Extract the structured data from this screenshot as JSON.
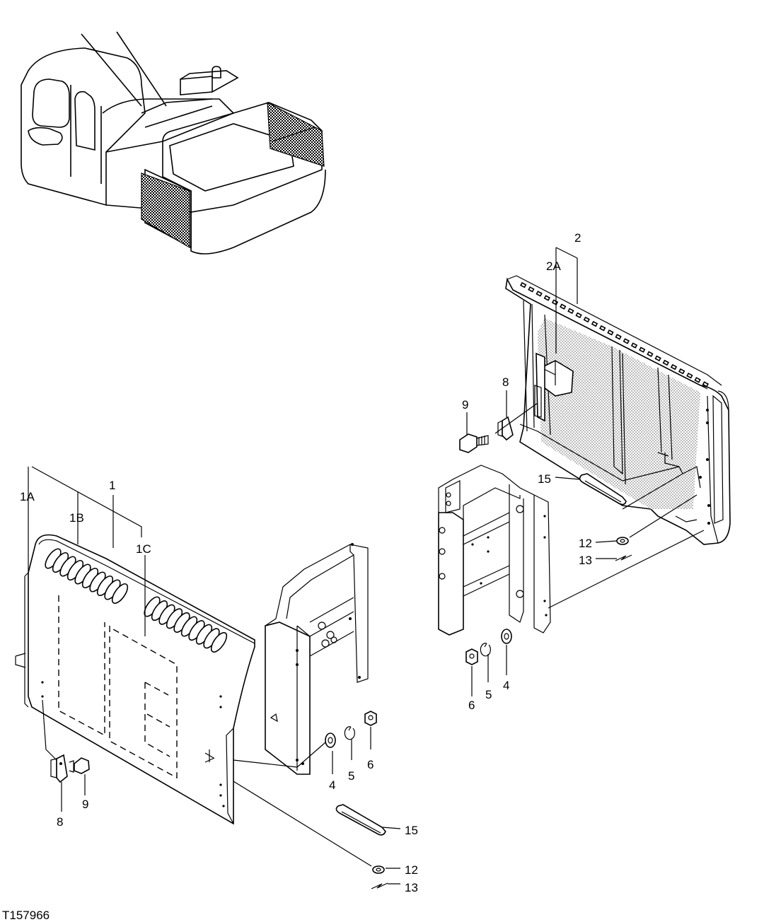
{
  "figure_id": "T157966",
  "callouts": {
    "c1": "1",
    "c1A": "1A",
    "c1B": "1B",
    "c1C": "1C",
    "c2": "2",
    "c2A": "2A",
    "c4a": "4",
    "c5a": "5",
    "c6a": "6",
    "c4b": "4",
    "c5b": "5",
    "c6b": "6",
    "c8a": "8",
    "c9a": "9",
    "c8b": "8",
    "c9b": "9",
    "c12a": "12",
    "c13a": "13",
    "c12b": "12",
    "c13b": "13",
    "c15a": "15",
    "c15b": "15"
  }
}
